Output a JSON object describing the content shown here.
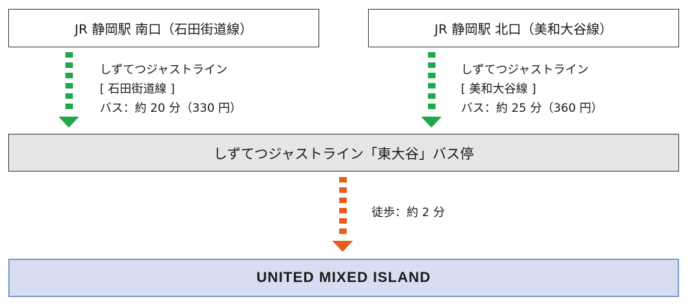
{
  "stations": {
    "south": "JR 静岡駅  南口（石田街道線）",
    "north": "JR 静岡駅  北口（美和大谷線）"
  },
  "routes": {
    "south": {
      "line1": "しずてつジャストライン",
      "line2": "[ 石田街道線 ]",
      "line3": "バス：約 20 分（330 円）"
    },
    "north": {
      "line1": "しずてつジャストライン",
      "line2": "[ 美和大谷線 ]",
      "line3": "バス：約 25 分（360 円）"
    }
  },
  "bus_stop": "しずてつジャストライン「東大谷」バス停",
  "walk": "徒歩：約 2 分",
  "destination": "UNITED MIXED ISLAND",
  "colors": {
    "bus_arrow": "#1fa84a",
    "walk_arrow": "#e85c1b",
    "destination_bg": "#d8def2",
    "bus_stop_bg": "#e6e6e6"
  }
}
